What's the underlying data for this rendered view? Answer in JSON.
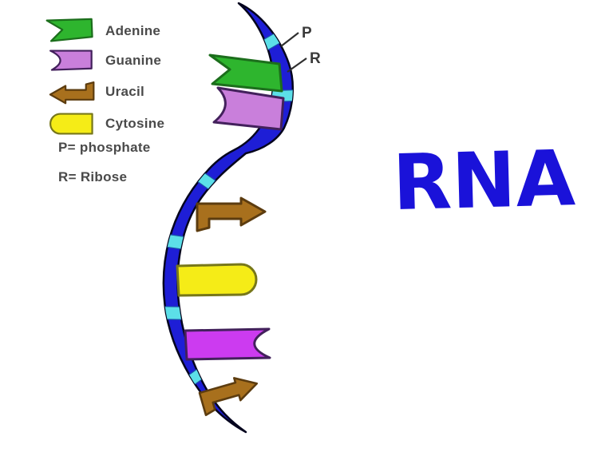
{
  "title": {
    "text": "RNA"
  },
  "legend": {
    "items": [
      {
        "label": "Adenine"
      },
      {
        "label": "Guanine"
      },
      {
        "label": "Uracil"
      },
      {
        "label": "Cytosine"
      }
    ],
    "notes": [
      "P= phosphate",
      "R= Ribose"
    ]
  },
  "diagram": {
    "pointer_p": "P",
    "pointer_r": "R"
  },
  "colors": {
    "adenine": "#2eb52e",
    "adenine_border": "#1c6e1c",
    "guanine": "#c97fdb",
    "guanine_border": "#43215c",
    "guanine_bright": "#cc3bf0",
    "uracil": "#a8701d",
    "uracil_border": "#5c3c0f",
    "cytosine": "#f5ec17",
    "cytosine_border": "#77771a",
    "backbone": "#1e1ed6",
    "backbone_border": "#05051e",
    "phosphate": "#5cdfe8",
    "phosphate_border": "#1a55aa",
    "title_blue": "#1a12d9",
    "text_gray": "#4a4a4a"
  }
}
